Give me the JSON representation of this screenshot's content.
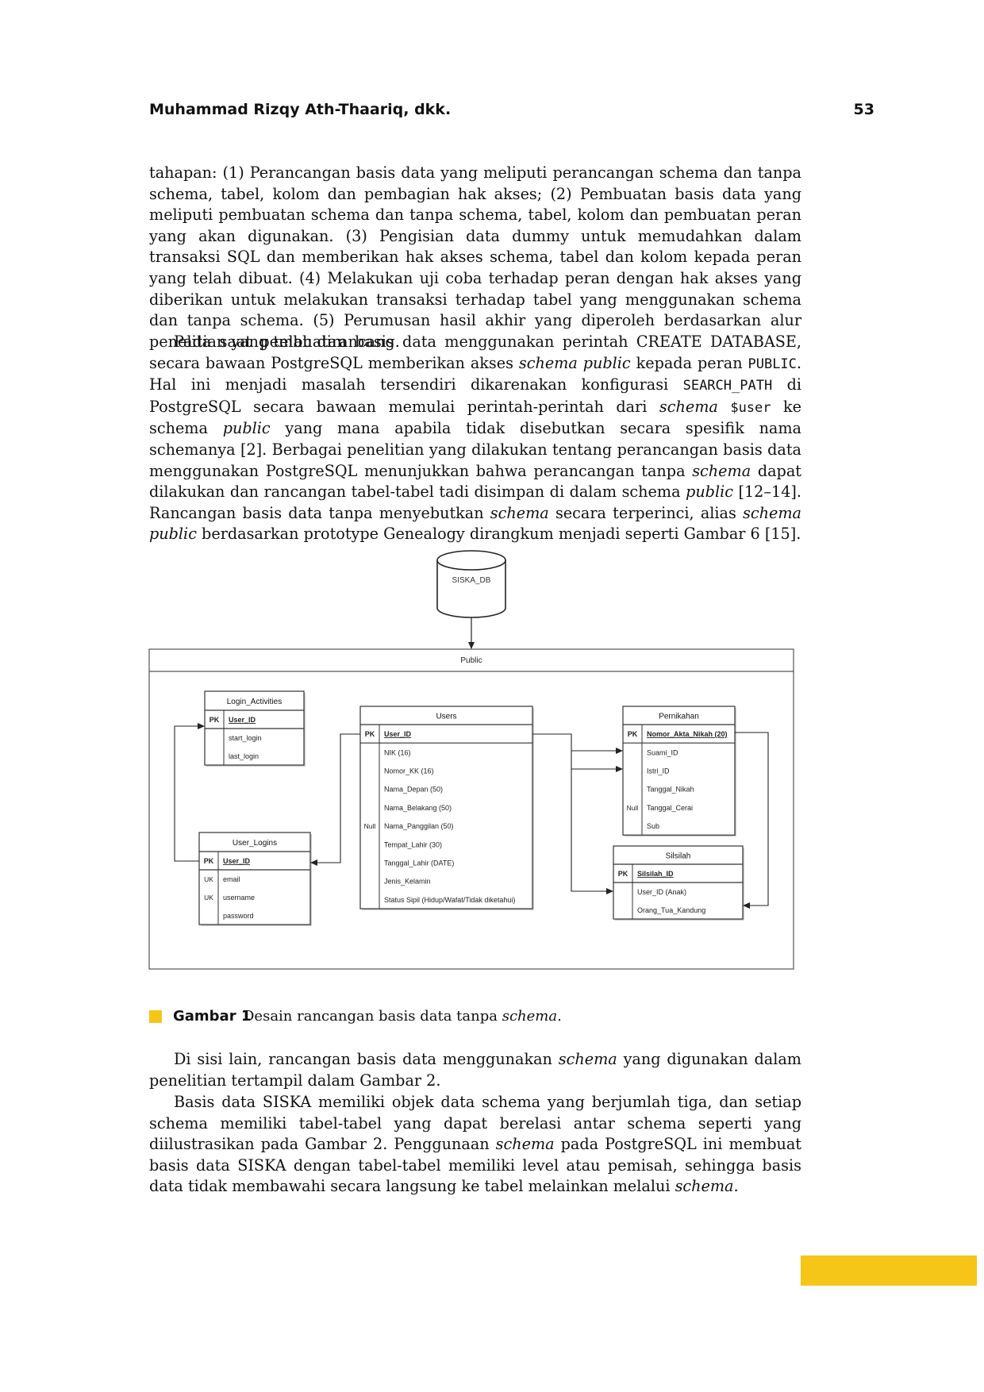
{
  "header": {
    "author": "Muhammad Rizqy Ath-Thaariq, dkk.",
    "page_number": "53"
  },
  "paragraphs": {
    "p1": [
      {
        "t": "tahapan: (1) Perancangan basis data yang meliputi perancangan schema dan tanpa schema, tabel, kolom dan pembagian hak akses; (2) Pembuatan basis data yang meliputi pembuatan schema dan tanpa schema, tabel, kolom dan pembuatan peran yang akan digunakan. (3) Pengisian data dummy untuk memudahkan dalam transaksi SQL dan memberikan hak akses schema, tabel dan kolom kepada peran yang telah dibuat. (4) Melakukan uji coba terhadap peran dengan hak akses yang diberikan untuk melakukan transaksi terhadap tabel yang menggunakan schema dan tanpa schema. (5) Perumusan hasil akhir yang diperoleh berdasarkan alur penelitian yang telah dirancang."
      }
    ],
    "p2": [
      {
        "t": "Pada saat pembuatan basis data menggunakan perintah CREATE DATABASE, secara bawaan PostgreSQL memberikan akses "
      },
      {
        "t": "schema public",
        "s": "i"
      },
      {
        "t": " kepada peran "
      },
      {
        "t": "PUBLIC",
        "s": "code"
      },
      {
        "t": ". Hal ini menjadi masalah tersendiri dikarenakan konfigurasi "
      },
      {
        "t": "SEARCH_PATH",
        "s": "code"
      },
      {
        "t": " di PostgreSQL secara bawaan memulai perintah-perintah dari "
      },
      {
        "t": "schema",
        "s": "i"
      },
      {
        "t": " "
      },
      {
        "t": "$user",
        "s": "code"
      },
      {
        "t": " ke schema "
      },
      {
        "t": "public",
        "s": "i"
      },
      {
        "t": " yang mana apabila tidak disebutkan secara spesifik nama schemanya [2]. Berbagai penelitian yang dilakukan tentang perancangan basis data menggunakan PostgreSQL menunjukkan bahwa perancangan tanpa "
      },
      {
        "t": "schema",
        "s": "i"
      },
      {
        "t": " dapat dilakukan dan rancangan tabel-tabel tadi disimpan di dalam schema "
      },
      {
        "t": "public",
        "s": "i"
      },
      {
        "t": " [12–14]. Rancangan basis data tanpa menyebutkan "
      },
      {
        "t": "schema",
        "s": "i"
      },
      {
        "t": " secara terperinci, alias "
      },
      {
        "t": "schema public",
        "s": "i"
      },
      {
        "t": " berdasarkan prototype Genealogy dirangkum menjadi seperti Gambar 6 [15]."
      }
    ],
    "p3": [
      {
        "t": "Di sisi lain, rancangan basis data menggunakan "
      },
      {
        "t": "schema",
        "s": "i"
      },
      {
        "t": " yang digunakan dalam penelitian tertampil dalam Gambar 2."
      }
    ],
    "p4": [
      {
        "t": "Basis data SISKA memiliki objek data schema yang berjumlah tiga, dan setiap schema memiliki tabel-tabel yang dapat berelasi antar schema seperti yang diilustrasikan pada Gambar 2. Penggunaan "
      },
      {
        "t": "schema",
        "s": "i"
      },
      {
        "t": " pada PostgreSQL ini membuat basis data SISKA dengan tabel-tabel memiliki level atau pemisah, sehingga basis data tidak membawahi secara langsung ke tabel melainkan melalui "
      },
      {
        "t": "schema",
        "s": "i"
      },
      {
        "t": "."
      }
    ]
  },
  "figure": {
    "database_label": "SISKA_DB",
    "schema_label": "Public",
    "tables": {
      "login_activities": {
        "title": "Login_Activities",
        "rows": [
          {
            "key": "PK",
            "name": "User_ID",
            "u": true
          },
          {
            "key": "",
            "name": "start_login"
          },
          {
            "key": "",
            "name": "last_login"
          }
        ]
      },
      "users": {
        "title": "Users",
        "rows": [
          {
            "key": "PK",
            "name": "User_ID",
            "u": true
          },
          {
            "key": "",
            "name": "NIK (16)"
          },
          {
            "key": "",
            "name": "Nomor_KK (16)"
          },
          {
            "key": "",
            "name": "Nama_Depan (50)"
          },
          {
            "key": "",
            "name": "Nama_Belakang (50)"
          },
          {
            "key": "Null",
            "name": "Nama_Panggilan (50)"
          },
          {
            "key": "",
            "name": "Tempat_Lahir (30)"
          },
          {
            "key": "",
            "name": "Tanggal_Lahir (DATE)"
          },
          {
            "key": "",
            "name": "Jenis_Kelamin"
          },
          {
            "key": "",
            "name": "Status Sipil (Hidup/Wafat/Tidak diketahui)"
          }
        ]
      },
      "pernikahan": {
        "title": "Pernikahan",
        "rows": [
          {
            "key": "PK",
            "name": "Nomor_Akta_Nikah (20)",
            "u": true
          },
          {
            "key": "",
            "name": "Suami_ID"
          },
          {
            "key": "",
            "name": "Istri_ID"
          },
          {
            "key": "",
            "name": "Tanggal_Nikah"
          },
          {
            "key": "Null",
            "name": "Tanggal_Cerai"
          },
          {
            "key": "",
            "name": "Sub"
          }
        ]
      },
      "user_logins": {
        "title": "User_Logins",
        "rows": [
          {
            "key": "PK",
            "name": "User_ID",
            "u": true
          },
          {
            "key": "UK",
            "name": "email"
          },
          {
            "key": "UK",
            "name": "username"
          },
          {
            "key": "",
            "name": "password"
          }
        ]
      },
      "silsilah": {
        "title": "Silsilah",
        "rows": [
          {
            "key": "PK",
            "name": "Silsilah_ID",
            "u": true
          },
          {
            "key": "",
            "name": "User_ID (Anak)"
          },
          {
            "key": "",
            "name": "Orang_Tua_Kandung"
          }
        ]
      }
    }
  },
  "caption": {
    "label": "Gambar 1",
    "text_plain": "Desain rancangan basis data tanpa ",
    "text_italic": "schema",
    "text_end": "."
  },
  "colors": {
    "accent": "#f5c518"
  }
}
